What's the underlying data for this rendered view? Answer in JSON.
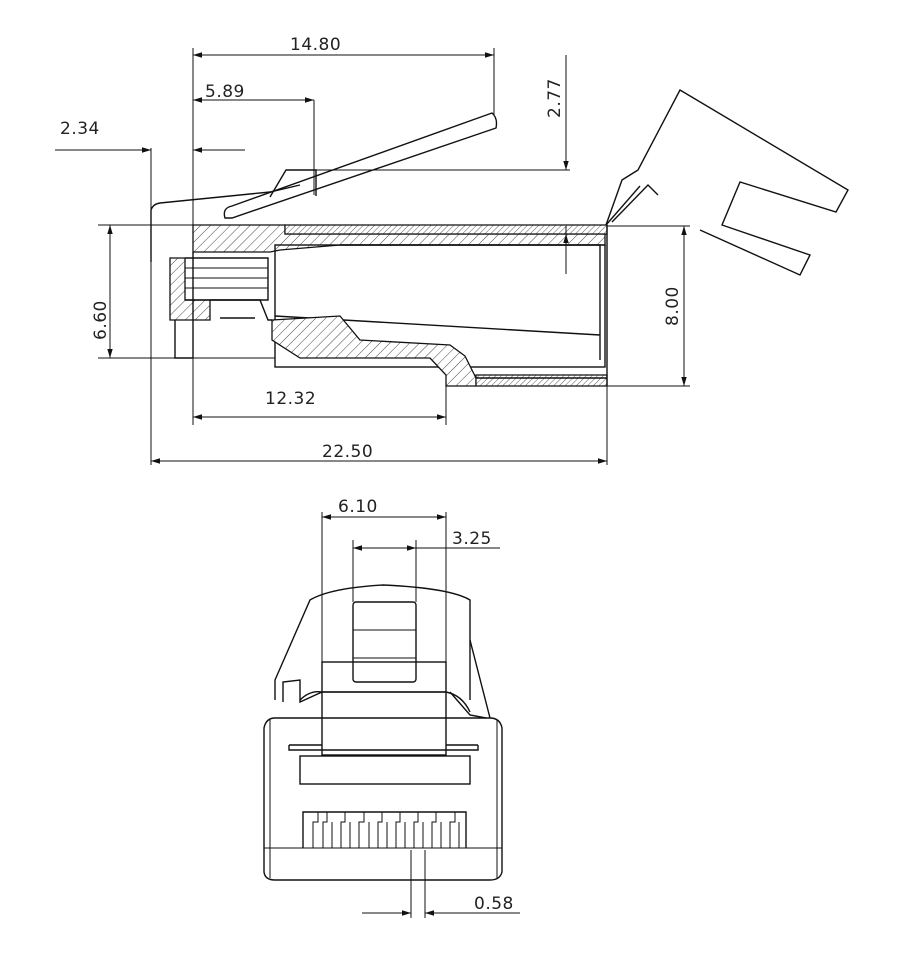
{
  "dimensions": {
    "overall_latch_length": "14.80",
    "latch_hinge_offset": "5.89",
    "latch_rise": "2.77",
    "latch_tab": "2.34",
    "body_height_front": "6.60",
    "body_height_rear": "8.00",
    "contact_length": "12.32",
    "overall_length": "22.50",
    "front_width_outer": "6.10",
    "front_width_inner": "3.25",
    "contact_pitch": "0.58"
  },
  "colors": {
    "line": "#111111",
    "background": "#ffffff"
  }
}
